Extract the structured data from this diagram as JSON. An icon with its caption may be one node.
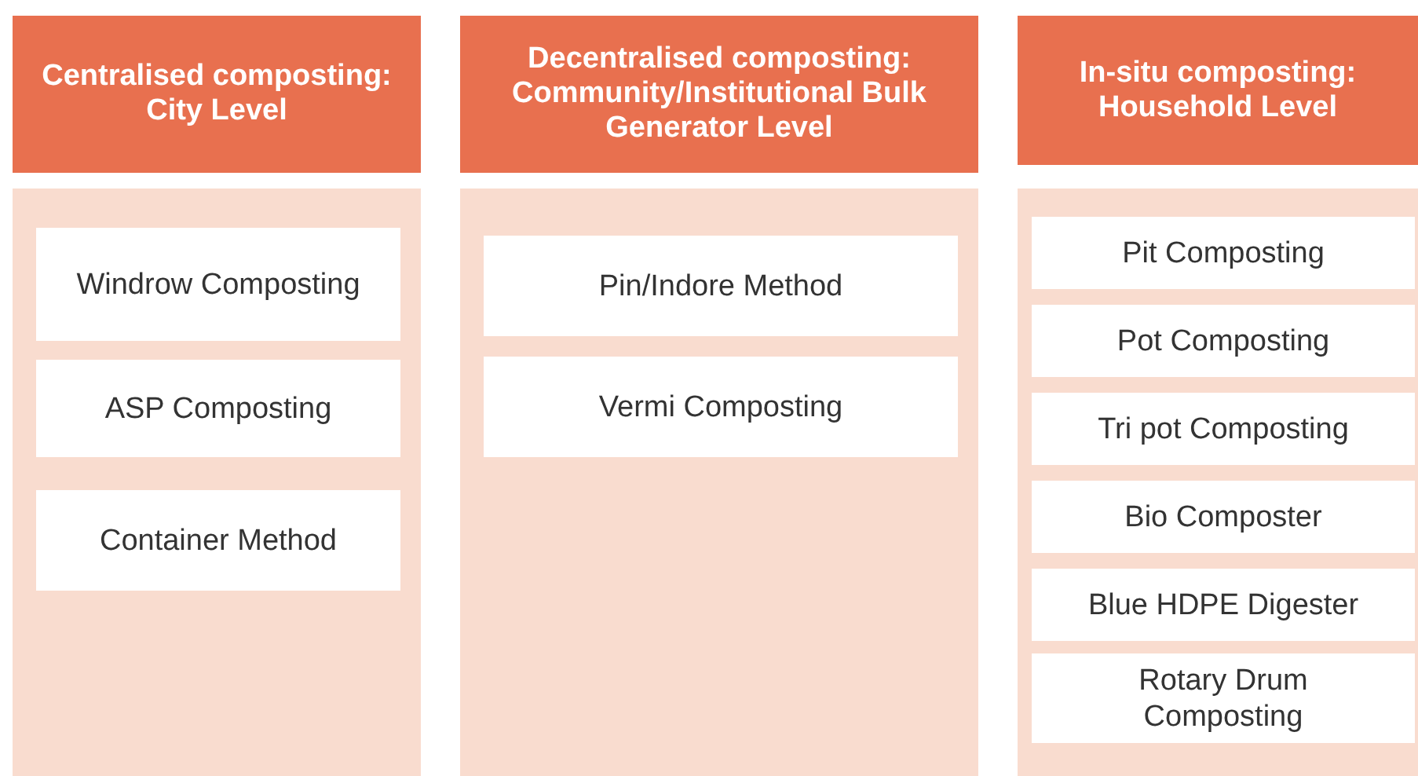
{
  "diagram": {
    "nodes": [
      {
        "text": [
          "Centralised composting: City Level"
        ]
      },
      {
        "text": [],
        "shape": "box"
      },
      {
        "text": [
          "Windrow Composting"
        ],
        "in": 1
      },
      {
        "text": [
          "ASP Composting"
        ],
        "in": 1
      },
      {
        "text": [
          "Container Method"
        ],
        "in": 1
      },
      {
        "text": [
          "Decentralised composting: Community/Institutional Bulk Generator Level"
        ]
      },
      {
        "text": [],
        "shape": "box"
      },
      {
        "text": [
          "Pin/Indore Method"
        ],
        "in": 6
      },
      {
        "text": [
          "Vermi Composting"
        ],
        "in": 6
      },
      {
        "text": [
          "In-situ composting: Household Level"
        ]
      },
      {
        "text": [],
        "shape": "box"
      },
      {
        "text": [
          "Pit Composting"
        ],
        "in": 10
      },
      {
        "text": [
          "Pot Composting"
        ],
        "in": 10
      },
      {
        "text": [
          "Tri pot Composting"
        ],
        "in": 10
      },
      {
        "text": [
          "Bio Composter"
        ],
        "in": 10
      },
      {
        "text": [
          "Blue HDPE Digester"
        ],
        "in": 10
      },
      {
        "text": [
          "Rotary Drum Composting"
        ],
        "in": 10
      }
    ]
  }
}
